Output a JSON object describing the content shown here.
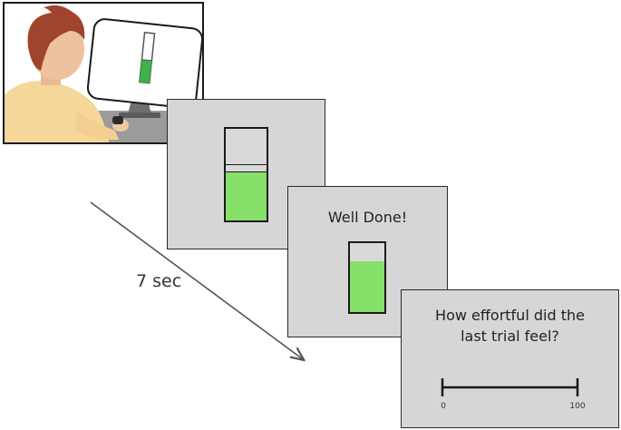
{
  "illustration": {
    "description_icon": "participant-at-computer-illustration",
    "screen_bar_fill_fraction": 0.45
  },
  "trial_screen": {
    "bar_fill_fraction": 0.52,
    "bar_target_fraction": 0.6,
    "colors": {
      "fill": "#87e06a",
      "background": "#d6d6d6"
    }
  },
  "feedback_screen": {
    "message": "Well Done!",
    "bar_fill_fraction": 0.74
  },
  "rating_screen": {
    "question_line_1": "How effortful did the",
    "question_line_2": "last trial feel?",
    "scale_min": "0",
    "scale_max": "100"
  },
  "timing": {
    "label": "7 sec"
  }
}
